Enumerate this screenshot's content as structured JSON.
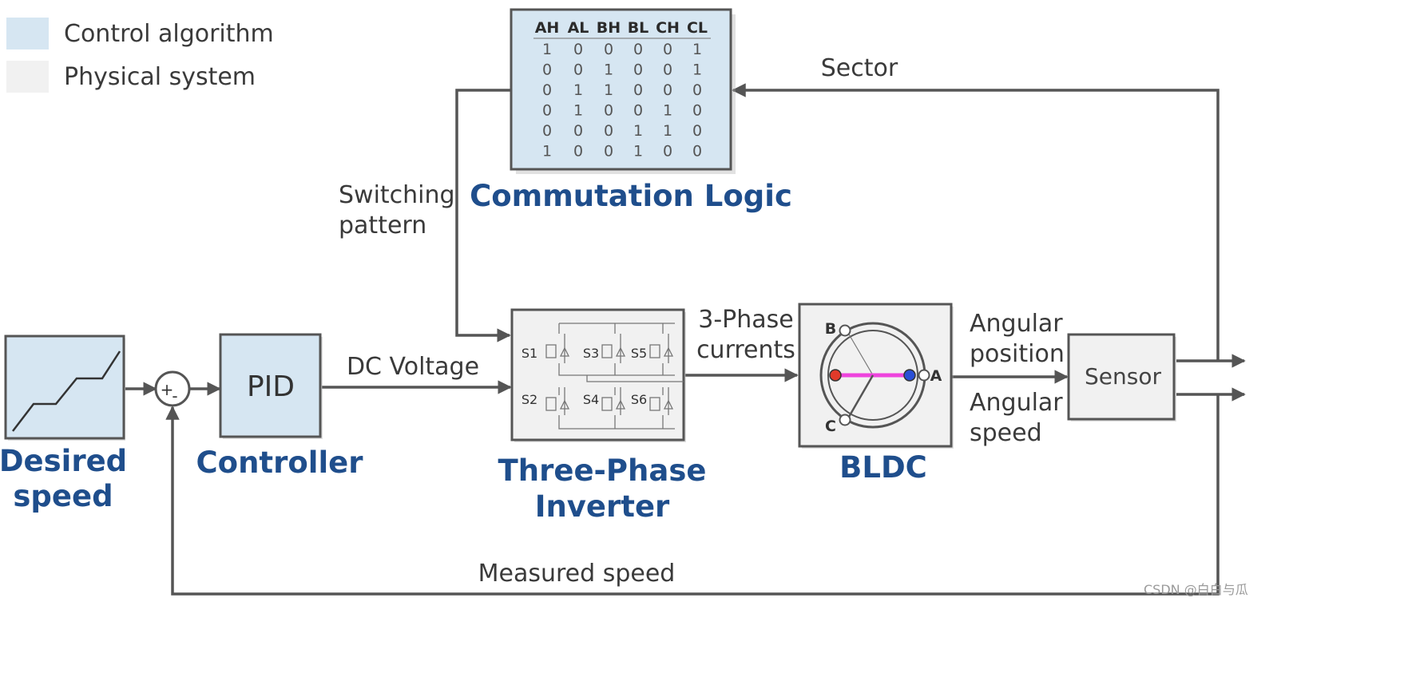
{
  "legend": [
    {
      "label": "Control algorithm",
      "color": "#d6e6f2"
    },
    {
      "label": "Physical system",
      "color": "#f1f1f1"
    }
  ],
  "blocks": {
    "desired_speed": {
      "title": "Desired speed",
      "title_lines": [
        "Desired",
        "speed"
      ]
    },
    "controller": {
      "inner": "PID",
      "title": "Controller"
    },
    "inverter": {
      "title": "Three-Phase Inverter",
      "title_lines": [
        "Three-Phase",
        "Inverter"
      ],
      "switches": [
        "S1",
        "S3",
        "S5",
        "S2",
        "S4",
        "S6"
      ]
    },
    "bldc": {
      "title": "BLDC",
      "phases": [
        "A",
        "B",
        "C"
      ]
    },
    "sensor": {
      "label": "Sensor"
    },
    "commutation": {
      "title": "Commutation Logic",
      "headers": [
        "AH",
        "AL",
        "BH",
        "BL",
        "CH",
        "CL"
      ],
      "rows": [
        [
          "1",
          "0",
          "0",
          "0",
          "0",
          "1"
        ],
        [
          "0",
          "0",
          "1",
          "0",
          "0",
          "1"
        ],
        [
          "0",
          "1",
          "1",
          "0",
          "0",
          "0"
        ],
        [
          "0",
          "1",
          "0",
          "0",
          "1",
          "0"
        ],
        [
          "0",
          "0",
          "0",
          "1",
          "1",
          "0"
        ],
        [
          "1",
          "0",
          "0",
          "1",
          "0",
          "0"
        ]
      ]
    }
  },
  "sum_junction": {
    "plus": "+",
    "minus": "-"
  },
  "signals": {
    "dc_voltage": "DC Voltage",
    "currents": [
      "3-Phase",
      "currents"
    ],
    "angular_position": [
      "Angular",
      "position"
    ],
    "angular_speed": [
      "Angular",
      "speed"
    ],
    "sector": "Sector",
    "switching_pattern": [
      "Switching",
      "pattern"
    ],
    "measured_speed": "Measured speed"
  },
  "colors": {
    "control": "#d6e6f2",
    "physical": "#f1f1f1",
    "title": "#1f4e8c",
    "wire": "#555555",
    "rotor": "#ee44dd"
  },
  "watermark": "CSDN @白白与瓜"
}
